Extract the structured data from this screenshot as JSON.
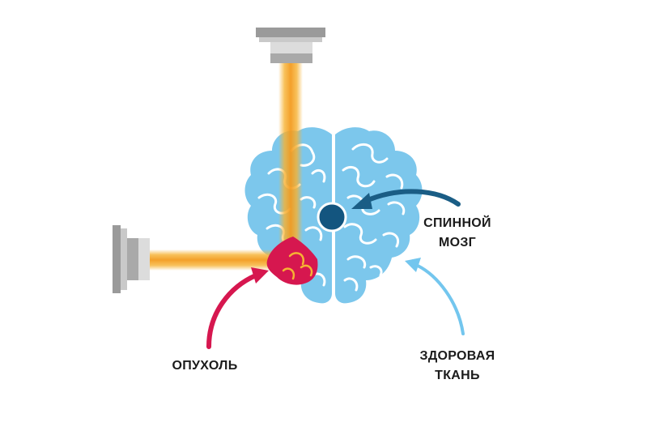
{
  "labels": {
    "spinal_cord": [
      "СПИННОЙ",
      "МОЗГ"
    ],
    "tumor": [
      "ОПУХОЛЬ"
    ],
    "healthy_tissue": [
      "ЗДОРОВАЯ",
      "ТКАНЬ"
    ]
  },
  "colors": {
    "brain": "#7cc7ec",
    "brain_lines": "#ffffff",
    "tumor": "#d6174f",
    "spinal_cord": "#13557f",
    "beam": "#f6b233",
    "emitter_light": "#d4d4d4",
    "emitter_dark": "#8f8f8f",
    "arrow_spine": "#1a5d85",
    "arrow_tumor": "#d6174f",
    "arrow_healthy": "#73c6ee"
  },
  "icons": {
    "top_emitter": "radiation-emitter-icon",
    "left_emitter": "radiation-emitter-icon"
  }
}
